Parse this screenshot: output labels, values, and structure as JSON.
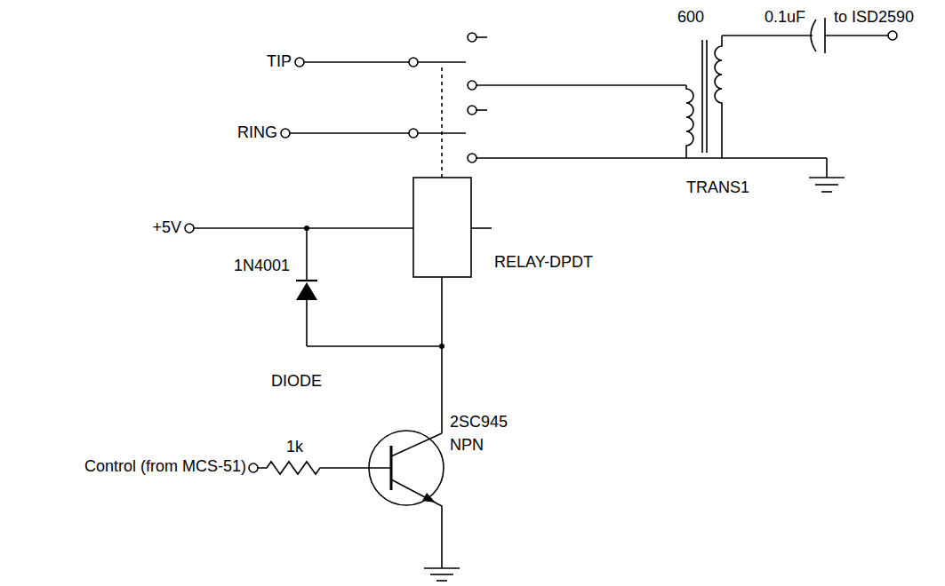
{
  "diagram": {
    "labels": [
      "TIP",
      "RING",
      "+5V",
      "1N4001",
      "DIODE",
      "RELAY-DPDT",
      "600",
      "0.1uF",
      "to ISD2590",
      "TRANS1",
      "2SC945",
      "NPN",
      "1k",
      "Control (from MCS-51)"
    ]
  }
}
